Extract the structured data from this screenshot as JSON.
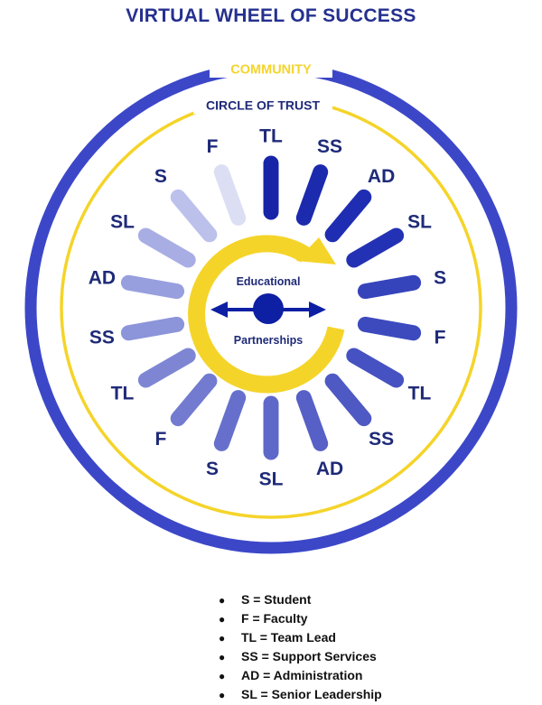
{
  "title": "VIRTUAL WHEEL OF SUCCESS",
  "outer_ring_label": "COMMUNITY",
  "inner_ring_label": "CIRCLE OF TRUST",
  "center": {
    "top_label": "Educational",
    "bottom_label": "Partnerships"
  },
  "spokes": [
    {
      "label": "TL",
      "color": "#1724a8"
    },
    {
      "label": "SS",
      "color": "#1c2aae"
    },
    {
      "label": "AD",
      "color": "#1f2db2"
    },
    {
      "label": "SL",
      "color": "#2332b5"
    },
    {
      "label": "S",
      "color": "#3644bb"
    },
    {
      "label": "F",
      "color": "#3c4abe"
    },
    {
      "label": "TL",
      "color": "#4652c1"
    },
    {
      "label": "SS",
      "color": "#4e59c3"
    },
    {
      "label": "AD",
      "color": "#5660c6"
    },
    {
      "label": "SL",
      "color": "#5e68c9"
    },
    {
      "label": "S",
      "color": "#6670cc"
    },
    {
      "label": "F",
      "color": "#727bcf"
    },
    {
      "label": "TL",
      "color": "#7e86d4"
    },
    {
      "label": "SS",
      "color": "#8c94da"
    },
    {
      "label": "AD",
      "color": "#989fde"
    },
    {
      "label": "SL",
      "color": "#a8aee4"
    },
    {
      "label": "S",
      "color": "#bcc1ec"
    },
    {
      "label": "F",
      "color": "#dcdff4"
    }
  ],
  "legend": [
    {
      "bullet": "●",
      "text": "S = Student"
    },
    {
      "bullet": "●",
      "text": "F = Faculty"
    },
    {
      "bullet": "●",
      "text": "TL = Team Lead"
    },
    {
      "bullet": "●",
      "text": "SS = Support Services"
    },
    {
      "bullet": "●",
      "text": "AD = Administration"
    },
    {
      "bullet": "●",
      "text": "SL = Senior Leadership"
    }
  ],
  "colors": {
    "title": "#25308f",
    "outer_ring": "#3c47c8",
    "yellow": "#f5d42a",
    "label_text": "#1e2a78",
    "center_dot": "#0d1fa3",
    "arrow": "#0d1fa3",
    "center_text": "#1e2a78"
  }
}
